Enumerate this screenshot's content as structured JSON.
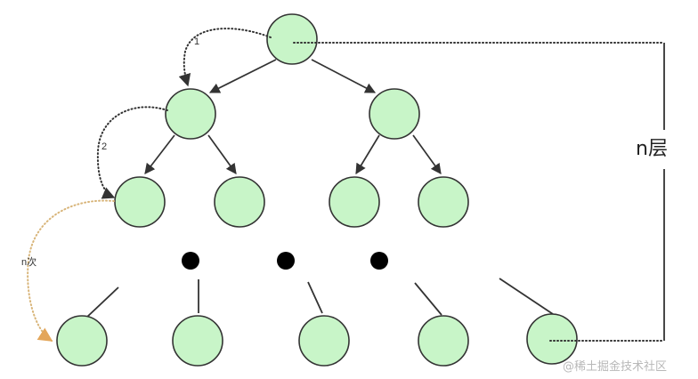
{
  "labels": {
    "step1": "1",
    "step2": "2",
    "stepN": "n次",
    "levels": "n层"
  },
  "watermark": "@稀土掘金技术社区",
  "colors": {
    "node_fill": "#c8f5c8",
    "stroke": "#333333",
    "arrow_orange": "#e3a65a"
  }
}
